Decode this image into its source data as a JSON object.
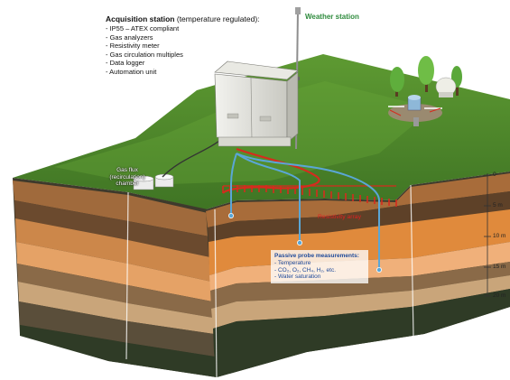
{
  "acquisition_station": {
    "title_bold": "Acquisition station",
    "title_rest": " (temperature regulated):",
    "items": [
      "- IP55 – ATEX compliant",
      "- Gas analyzers",
      "- Resistivity meter",
      "- Gas circulation multiples",
      "- Data logger",
      "- Automation unit"
    ]
  },
  "weather_station": {
    "label": "Weather station"
  },
  "gas_flux": {
    "label_line1": "Gas flux",
    "label_line2": "(recirculation)",
    "label_line3": "chamber"
  },
  "resistivity": {
    "label": "Resistivity array"
  },
  "passive_probes": {
    "heading": "Passive probe measurements:",
    "items": [
      "- Temperature",
      "- CO₂, O₂, CH₄, H₂, etc.",
      "- Water saturation"
    ]
  },
  "depth_scale": {
    "labels": [
      "0",
      "5 m",
      "10 m",
      "15 m",
      "20 m"
    ]
  },
  "colors": {
    "grass": "#4f8a2c",
    "soil_light": "#c9955a",
    "soil_orange": "#e08a3c",
    "soil_dark": "#4a3f2c",
    "cable_red": "#d62b1e",
    "cable_blue": "#5aa6d6",
    "weather_green": "#2e8b3d"
  }
}
